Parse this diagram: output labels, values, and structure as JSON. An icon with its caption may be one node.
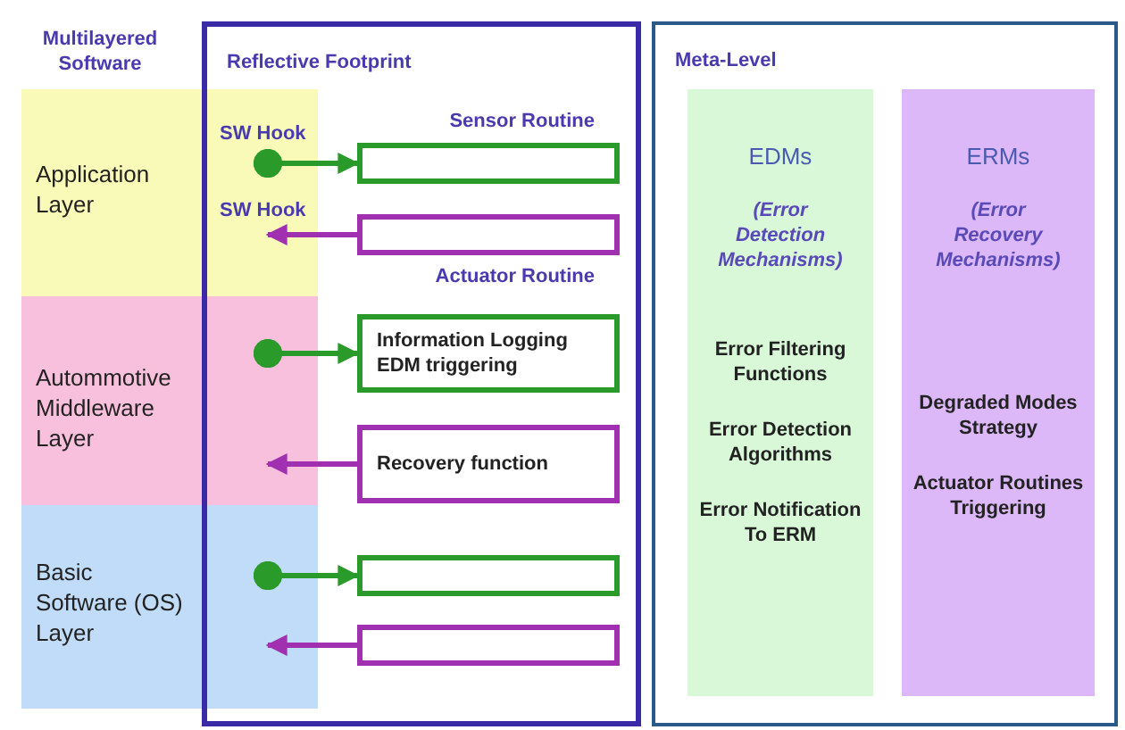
{
  "diagram": {
    "nodes": [
      {
        "text": [
          "Application Layer"
        ]
      },
      {
        "text": [
          "Autommotive Middleware Layer"
        ]
      },
      {
        "text": [
          "Basic Software (OS) Layer"
        ]
      },
      {
        "text": [
          "Reflective Footprint"
        ]
      },
      {
        "text": [
          "Sensor Routine"
        ],
        "in": 3
      },
      {
        "text": [
          "Actuator Routine"
        ],
        "in": 3
      },
      {
        "text": [
          "Information Logging EDM triggering"
        ],
        "in": 3
      },
      {
        "text": [
          "Recovery function"
        ],
        "in": 3
      },
      {
        "text": [],
        "shape": "box",
        "in": 3
      },
      {
        "text": [],
        "shape": "box",
        "in": 3
      },
      {
        "text": [
          "Meta-Level"
        ]
      },
      {
        "text": [
          "EDMs",
          "(Error Detection Mechanisms)",
          "Error Filtering Functions",
          "Error Detection Algorithms",
          "Error Notification To ERM"
        ],
        "in": 10
      },
      {
        "text": [
          "ERMs",
          "(Error Recovery Mechanisms)",
          "Degraded Modes Strategy",
          "Actuator Routines Triggering"
        ],
        "in": 10
      }
    ],
    "edges": [
      {
        "from": 0,
        "to": 4,
        "arrow": "to"
      },
      {
        "from": 5,
        "to": 0,
        "arrow": "to",
        "color": "#a030b0"
      },
      {
        "from": 1,
        "to": 6,
        "arrow": "to"
      },
      {
        "from": 7,
        "to": 1,
        "arrow": "to",
        "color": "#a030b0"
      },
      {
        "from": 2,
        "to": 8,
        "arrow": "to"
      },
      {
        "from": 9,
        "to": 2,
        "arrow": "to",
        "color": "#a030b0"
      }
    ],
    "labels": [
      "Multilayered Software",
      "SW Hook",
      "SW Hook"
    ]
  }
}
